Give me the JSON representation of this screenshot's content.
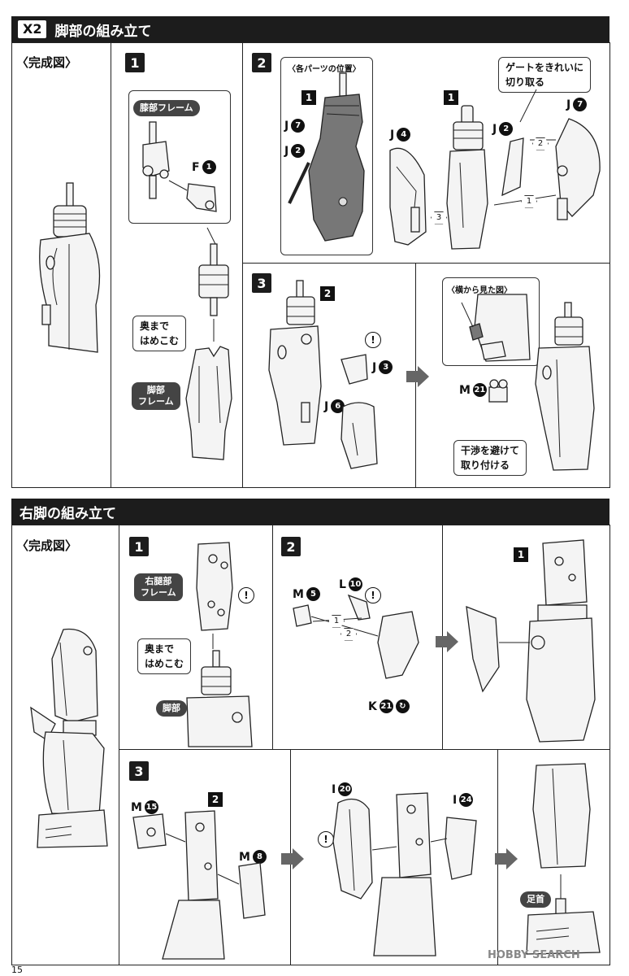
{
  "sections": [
    {
      "x2": "X2",
      "title": "脚部の組み立て"
    },
    {
      "title": "右脚の組み立て"
    }
  ],
  "top": {
    "finished": "〈完成図〉",
    "s1": {
      "step": "1",
      "knee_frame": "膝部フレーム",
      "f1": "F",
      "f1n": "1",
      "push": "奥まで\nはめこむ",
      "leg_frame": "脚部\nフレーム"
    },
    "s2": {
      "step": "2",
      "positions": "〈各パーツの位置〉",
      "p1": "1",
      "j7": "J",
      "j7n": "7",
      "j2": "J",
      "j2n": "2",
      "j4": "J",
      "j4n": "4",
      "p1b": "1",
      "j2b": "J",
      "j2bn": "2",
      "j7b": "J",
      "j7bn": "7",
      "gate": "ゲートをきれいに\n切り取る",
      "seq1": "1",
      "seq2": "2",
      "seq3": "3"
    },
    "s3": {
      "step": "3",
      "p2": "2",
      "j3": "J",
      "j3n": "3",
      "j6": "J",
      "j6n": "6",
      "side": "〈横から見た図〉",
      "m21": "M",
      "m21n": "21",
      "avoid": "干渉を避けて\n取り付ける",
      "excl": "!"
    }
  },
  "bottom": {
    "finished": "〈完成図〉",
    "s1": {
      "step": "1",
      "thigh": "右腿部\nフレーム",
      "push": "奥まで\nはめこむ",
      "leg": "脚部",
      "excl": "!"
    },
    "s2": {
      "step": "2",
      "m5": "M",
      "m5n": "5",
      "l10": "L",
      "l10n": "10",
      "k21": "K",
      "k21n": "21",
      "seq1": "1",
      "seq2": "2",
      "p1": "1",
      "excl": "!"
    },
    "s3": {
      "step": "3",
      "m15": "M",
      "m15n": "15",
      "p2": "2",
      "m8": "M",
      "m8n": "8",
      "i20": "I",
      "i20n": "20",
      "i24": "I",
      "i24n": "24",
      "ankle": "足首",
      "excl": "!"
    }
  },
  "page_number": "15",
  "watermark": "HOBBY SEARCH"
}
